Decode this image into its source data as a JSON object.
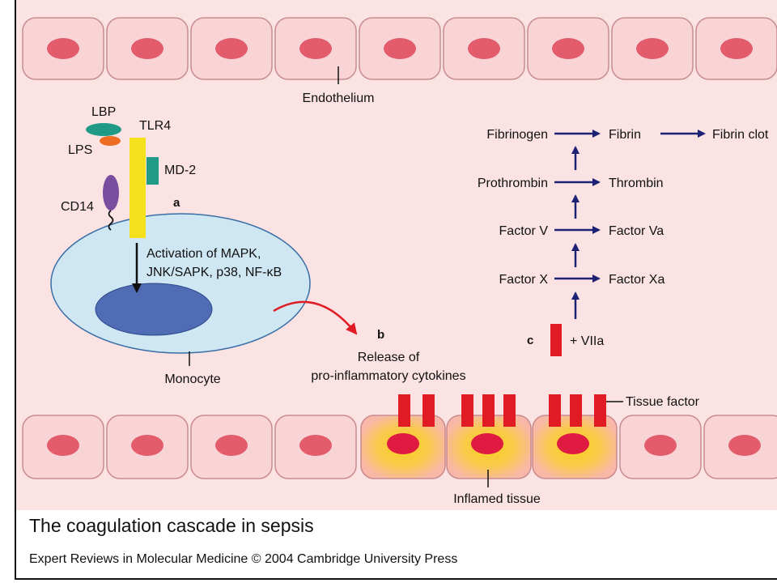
{
  "labels": {
    "endothelium": "Endothelium",
    "lbp": "LBP",
    "lps": "LPS",
    "tlr4": "TLR4",
    "md2": "MD-2",
    "cd14": "CD14",
    "panel_a": "a",
    "panel_b": "b",
    "panel_c": "c",
    "activation_line1": "Activation of MAPK,",
    "activation_line2": "JNK/SAPK, p38, NF-κB",
    "monocyte": "Monocyte",
    "release_line1": "Release of",
    "release_line2": "pro-inflammatory cytokines",
    "viia": "+ VIIa",
    "tissue_factor": "Tissue factor",
    "inflamed_tissue": "Inflamed tissue"
  },
  "cascade": {
    "fibrinogen": "Fibrinogen",
    "fibrin": "Fibrin",
    "fibrin_clot": "Fibrin clot",
    "prothrombin": "Prothrombin",
    "thrombin": "Thrombin",
    "factor_v": "Factor V",
    "factor_va": "Factor Va",
    "factor_x": "Factor X",
    "factor_xa": "Factor Xa"
  },
  "caption": {
    "title": "The coagulation cascade in sepsis",
    "credit": "Expert Reviews in Molecular Medicine © 2004 Cambridge University Press"
  },
  "colors": {
    "vessel_lumen": "#fbe3e4",
    "endothelial_cell": "#f8d4d6",
    "cell_outline": "#c98b8f",
    "nucleus": "#e25c6c",
    "monocyte_body": "#cfe6f3",
    "monocyte_nucleus": "#4f6cb5",
    "tlr4": "#f4e11b",
    "md2": "#1f9a86",
    "lbp": "#1f9a86",
    "lps": "#ee6b22",
    "cd14": "#7a4e9e",
    "tissue_factor": "#e01b24",
    "cascade_arrow": "#1c2173",
    "cytokine_arrow": "#e01b24",
    "inflamed_glow": "#f7d21f"
  }
}
